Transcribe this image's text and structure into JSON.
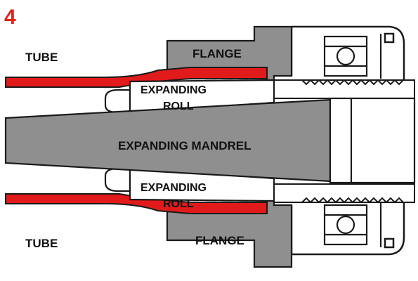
{
  "figure": {
    "step_number": "4",
    "labels": {
      "tube_top": "TUBE",
      "tube_bottom": "TUBE",
      "flange_top": "FLANGE",
      "flange_bottom": "FLANGE",
      "roll_top_line1": "EXPANDING",
      "roll_top_line2": "ROLL",
      "roll_bottom_line1": "EXPANDING",
      "roll_bottom_line2": "ROLL",
      "mandrel": "EXPANDING MANDREL"
    }
  },
  "colors": {
    "step_number": "#e2231a",
    "tube": "#e11b1b",
    "flange": "#8f8f8f",
    "mandrel": "#8f8f8f",
    "outline": "#1a1a1a",
    "background": "#ffffff"
  }
}
